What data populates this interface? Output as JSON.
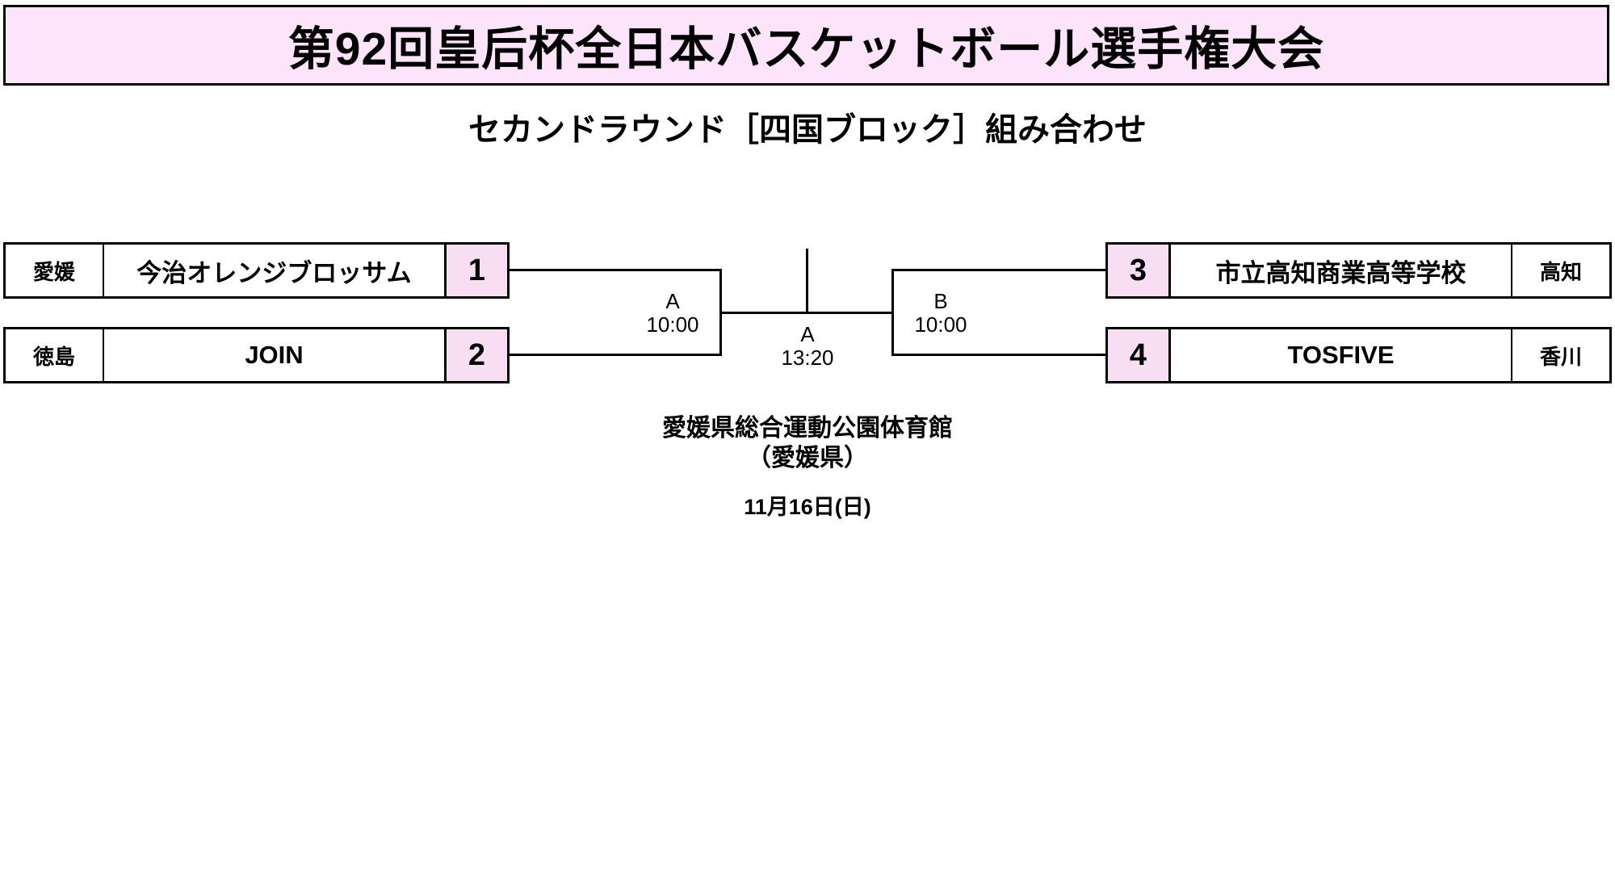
{
  "header": {
    "title": "第92回皇后杯全日本バスケットボール選手権大会",
    "subtitle": "セカンドラウンド［四国ブロック］組み合わせ"
  },
  "colors": {
    "banner_pink": "#fde4fb",
    "seed_cell_pink": "#f7def3",
    "line_color": "#000000",
    "background": "#ffffff"
  },
  "bracket": {
    "teams": [
      {
        "prefecture": "愛媛",
        "name": "今治オレンジブロッサム",
        "seed": "1"
      },
      {
        "prefecture": "徳島",
        "name": "JOIN",
        "seed": "2"
      },
      {
        "prefecture": "高知",
        "name": "市立高知商業高等学校",
        "seed": "3"
      },
      {
        "prefecture": "香川",
        "name": "TOSFIVE",
        "seed": "4"
      }
    ],
    "matches": [
      {
        "court": "A",
        "time": "10:00"
      },
      {
        "court": "B",
        "time": "10:00"
      },
      {
        "court": "A",
        "time": "13:20"
      }
    ]
  },
  "venue": {
    "name": "愛媛県総合運動公園体育館",
    "region": "（愛媛県）",
    "date": "11月16日(日)"
  }
}
